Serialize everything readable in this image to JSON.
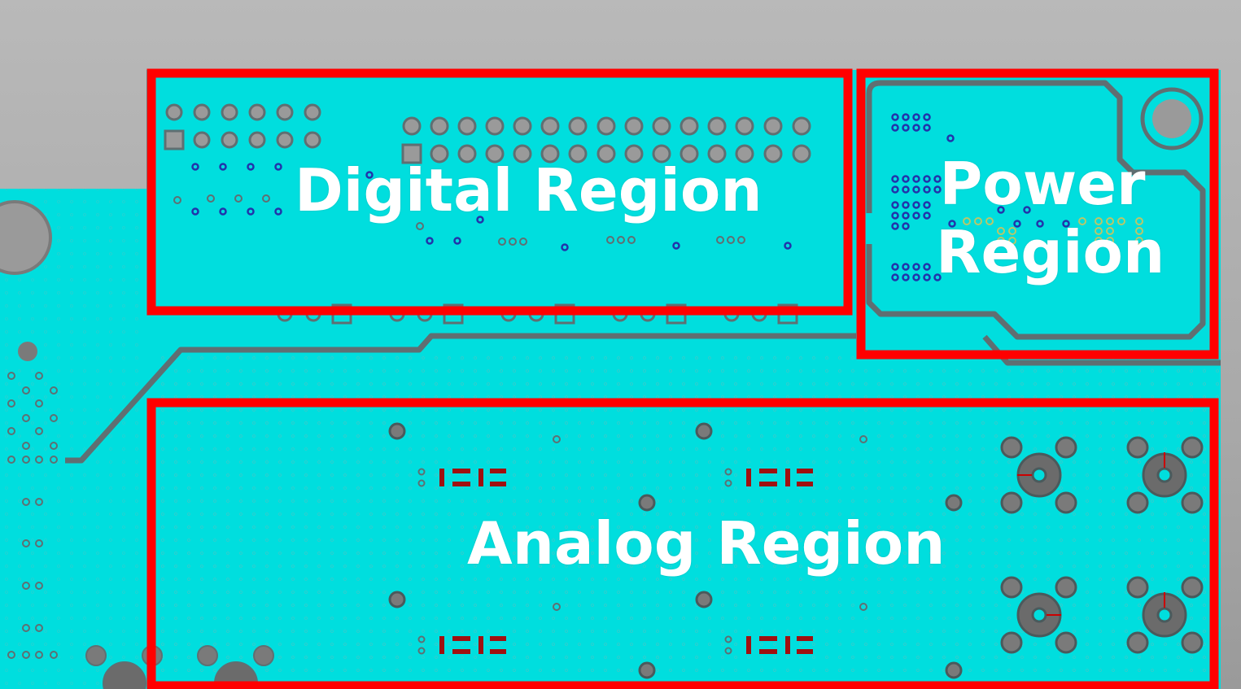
{
  "colors": {
    "board": "#00dede",
    "background": "#a9a9a9",
    "outline": "#ff0000",
    "trace": "#5f6f72",
    "pad": "#8d8d8d",
    "via": "#2233aa",
    "resistor": "#a01010",
    "label": "#ffffff"
  },
  "regions": {
    "digital": {
      "label": "Digital Region"
    },
    "power": {
      "label": "Power Region"
    },
    "analog": {
      "label": "Analog Region"
    }
  }
}
